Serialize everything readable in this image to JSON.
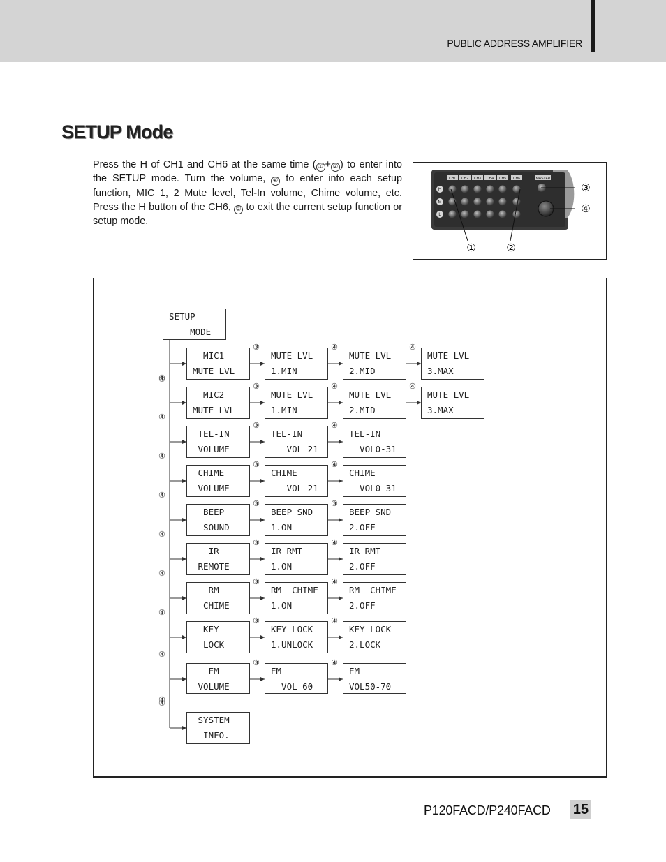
{
  "header": {
    "title": "PUBLIC ADDRESS AMPLIFIER"
  },
  "section": {
    "title": "SETUP Mode"
  },
  "intro": {
    "p1": "Press the H of CH1 and CH6 at the same time (",
    "p2": ") to enter into the SETUP mode. Turn the volume,",
    "p3": "to enter into each setup function, MIC 1, 2 Mute level, Tel-In volume, Chime volume, etc. Press the H button of the CH6,",
    "p4": "to exit the current setup function or setup mode."
  },
  "callouts": {
    "c1": "①",
    "c2": "②",
    "c3": "③",
    "c4": "④"
  },
  "panel": {
    "buttons_top": [
      "CH1",
      "CH2",
      "CH3",
      "CH4",
      "CH5",
      "CH6",
      "MASTER"
    ],
    "side_labels": [
      "H",
      "M",
      "L"
    ]
  },
  "diagram": {
    "root": {
      "l1": "SETUP",
      "l2": "    MODE"
    },
    "rows": [
      {
        "menu": {
          "l1": "  MIC1",
          "l2": "MUTE LVL"
        },
        "steps": [
          {
            "l1": "MUTE LVL",
            "l2": "1.MIN"
          },
          {
            "l1": "MUTE LVL",
            "l2": "2.MID"
          },
          {
            "l1": "MUTE LVL",
            "l2": "3.MAX"
          }
        ],
        "arrows": [
          "③",
          "④",
          "④"
        ]
      },
      {
        "menu": {
          "l1": "  MIC2",
          "l2": "MUTE LVL"
        },
        "steps": [
          {
            "l1": "MUTE LVL",
            "l2": "1.MIN"
          },
          {
            "l1": "MUTE LVL",
            "l2": "2.MID"
          },
          {
            "l1": "MUTE LVL",
            "l2": "3.MAX"
          }
        ],
        "arrows": [
          "③",
          "④",
          "④"
        ]
      },
      {
        "menu": {
          "l1": " TEL-IN",
          "l2": " VOLUME"
        },
        "steps": [
          {
            "l1": "TEL-IN",
            "l2": "   VOL 21"
          },
          {
            "l1": "TEL-IN",
            "l2": "  VOL0-31"
          }
        ],
        "arrows": [
          "③",
          "④"
        ]
      },
      {
        "menu": {
          "l1": " CHIME",
          "l2": " VOLUME"
        },
        "steps": [
          {
            "l1": "CHIME",
            "l2": "   VOL 21"
          },
          {
            "l1": "CHIME",
            "l2": "  VOL0-31"
          }
        ],
        "arrows": [
          "③",
          "④"
        ]
      },
      {
        "menu": {
          "l1": "  BEEP",
          "l2": "  SOUND"
        },
        "steps": [
          {
            "l1": "BEEP SND",
            "l2": "1.ON"
          },
          {
            "l1": "BEEP SND",
            "l2": "2.OFF"
          }
        ],
        "arrows": [
          "③",
          "③"
        ]
      },
      {
        "menu": {
          "l1": "   IR",
          "l2": " REMOTE"
        },
        "steps": [
          {
            "l1": "IR RMT",
            "l2": "1.ON"
          },
          {
            "l1": "IR RMT",
            "l2": "2.OFF"
          }
        ],
        "arrows": [
          "③",
          "④"
        ]
      },
      {
        "menu": {
          "l1": "   RM",
          "l2": "  CHIME"
        },
        "steps": [
          {
            "l1": "RM  CHIME",
            "l2": "1.ON"
          },
          {
            "l1": "RM  CHIME",
            "l2": "2.OFF"
          }
        ],
        "arrows": [
          "③",
          "④"
        ]
      },
      {
        "menu": {
          "l1": "  KEY",
          "l2": "  LOCK"
        },
        "steps": [
          {
            "l1": "KEY LOCK",
            "l2": "1.UNLOCK"
          },
          {
            "l1": "KEY LOCK",
            "l2": "2.LOCK"
          }
        ],
        "arrows": [
          "③",
          "④"
        ]
      },
      {
        "menu": {
          "l1": "   EM",
          "l2": " VOLUME"
        },
        "steps": [
          {
            "l1": "EM",
            "l2": "  VOL 60"
          },
          {
            "l1": "EM",
            "l2": "VOL50-70"
          }
        ],
        "arrows": [
          "③",
          "④"
        ]
      },
      {
        "menu": {
          "l1": " SYSTEM",
          "l2": "  INFO."
        },
        "steps": [],
        "arrows": []
      }
    ],
    "branch_label": "④"
  },
  "footer": {
    "model": "P120FACD/P240FACD",
    "page": "15"
  }
}
